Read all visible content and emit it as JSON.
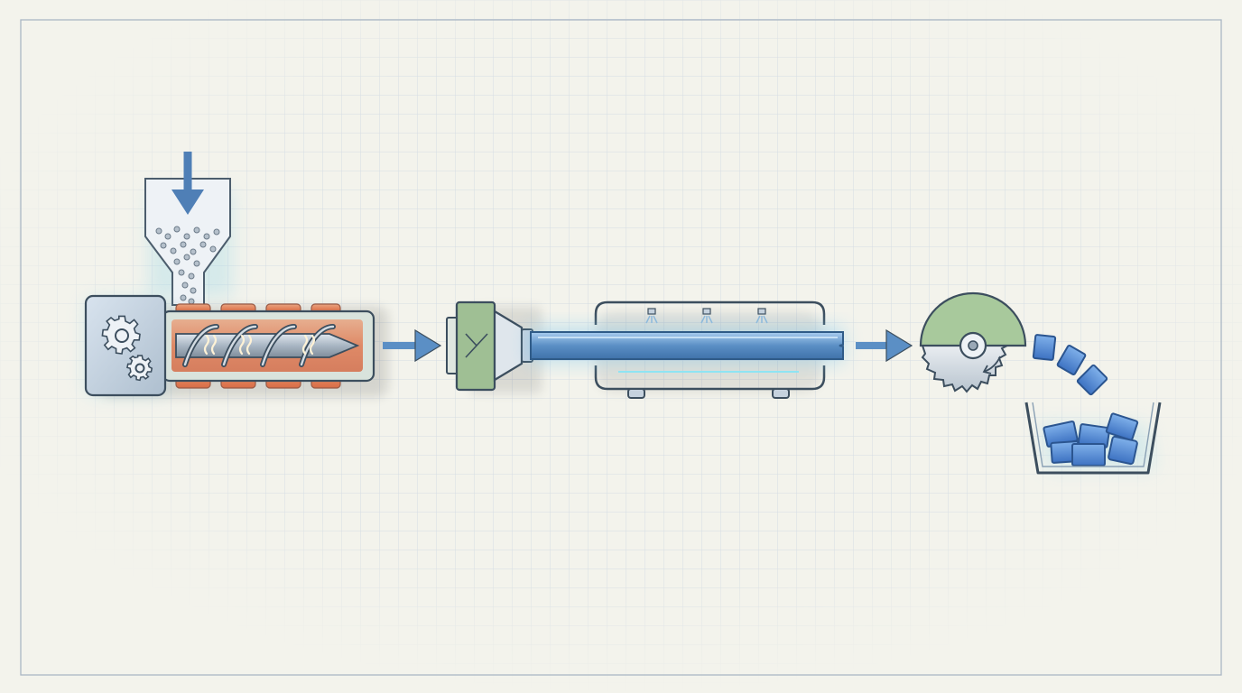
{
  "diagram": {
    "stages": [
      {
        "id": "feed",
        "name": "hopper-with-pellets"
      },
      {
        "id": "extrude",
        "name": "extruder-barrel-with-screw"
      },
      {
        "id": "shape",
        "name": "die"
      },
      {
        "id": "cool",
        "name": "cooling-tank"
      },
      {
        "id": "cut",
        "name": "cutting-saw"
      },
      {
        "id": "collect",
        "name": "collection-bin"
      }
    ],
    "connections": [
      {
        "from": "feed",
        "to": "extrude"
      },
      {
        "from": "extrude",
        "to": "shape"
      },
      {
        "from": "cool",
        "to": "cut"
      }
    ],
    "colors": {
      "background": "#f3f3ec",
      "grid": "#d6dde4",
      "outline": "#3c4e5e",
      "steel_blue": "#5b8fc5",
      "heat": "#e07a52",
      "die_green": "#9fbf94",
      "glow": "#9ed8e8",
      "product_blue": "#4f86d6"
    },
    "icons": [
      "arrow-down-icon",
      "gear-icon",
      "heat-wave-icon",
      "arrow-right-icon",
      "water-spray-icon",
      "saw-blade-icon",
      "rotation-arrow-icon"
    ]
  }
}
